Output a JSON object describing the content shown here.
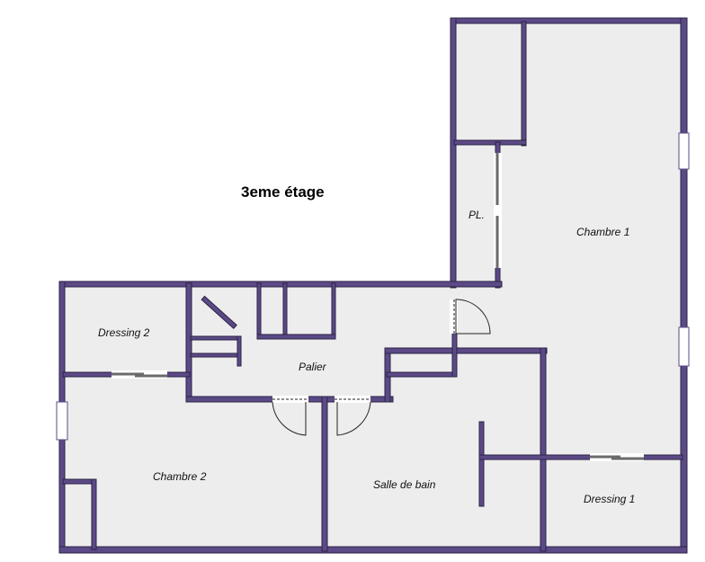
{
  "plan": {
    "title": "3eme étage",
    "rooms": {
      "chambre1": "Chambre 1",
      "pl": "PL.",
      "dressing2": "Dressing 2",
      "palier": "Palier",
      "chambre2": "Chambre 2",
      "salle_de_bain": "Salle de bain",
      "dressing1": "Dressing 1"
    },
    "colors": {
      "wall": "#5b4a86",
      "floor": "#ededed",
      "background": "#ffffff"
    }
  }
}
